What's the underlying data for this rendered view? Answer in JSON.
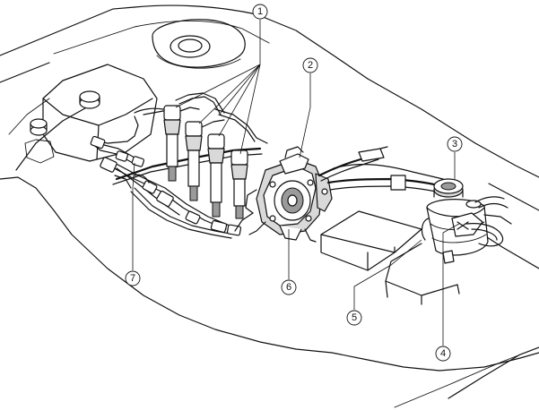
{
  "callouts": [
    {
      "id": "c1",
      "number": "1"
    },
    {
      "id": "c2",
      "number": "2"
    },
    {
      "id": "c3",
      "number": "3"
    },
    {
      "id": "c4",
      "number": "4"
    },
    {
      "id": "c5",
      "number": "5"
    },
    {
      "id": "c6",
      "number": "6"
    },
    {
      "id": "c7",
      "number": "7"
    }
  ],
  "colors": {
    "line": "#111111",
    "background": "#ffffff",
    "shade_light": "#d9d9d9",
    "shade_dark": "#9a9a9a"
  }
}
